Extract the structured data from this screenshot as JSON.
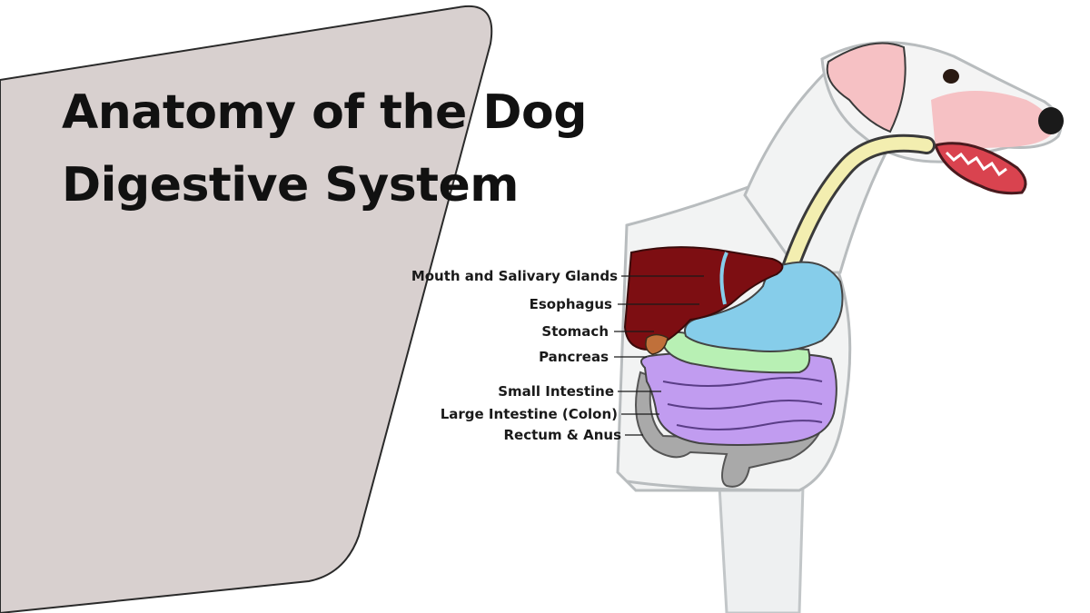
{
  "slide": {
    "title_line1": "Anatomy of the Dog",
    "title_line2": "Digestive System"
  },
  "diagram": {
    "labels": [
      "Mouth and Salivary Glands",
      "Esophagus",
      "Stomach",
      "Pancreas",
      "Small Intestine",
      "Large Intestine (Colon)",
      "Rectum & Anus"
    ]
  },
  "colors": {
    "panel": "#d8d0cf",
    "liver": "#7d0e12",
    "stomach": "#86cdea",
    "esophagus": "#f3eeb0",
    "pancreas": "#b8f0b4",
    "small_intestine": "#c19cf0",
    "large_intestine": "#a9a9a9",
    "ear_snout": "#f6c1c4",
    "body_outline": "#b8bcbe"
  }
}
